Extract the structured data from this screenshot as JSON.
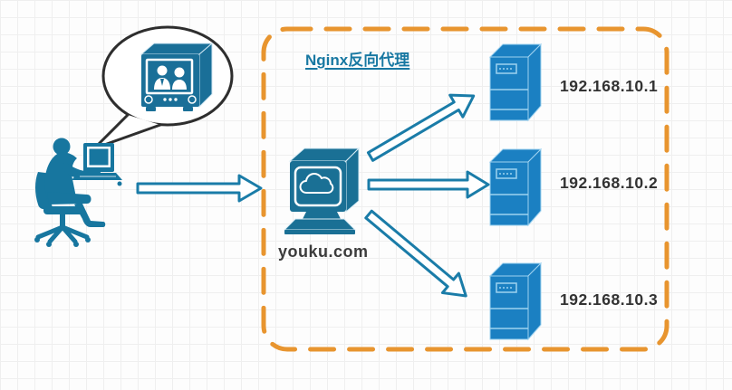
{
  "diagram": {
    "title": "Nginx反向代理",
    "proxy": {
      "label": "youku.com"
    },
    "servers": [
      {
        "ip": "192.168.10.1"
      },
      {
        "ip": "192.168.10.2"
      },
      {
        "ip": "192.168.10.3"
      }
    ],
    "icons": {
      "client": "user-at-laptop-icon",
      "speech_bubble": "tv-broadcast-icon",
      "proxy": "computer-cloud-icon",
      "server": "server-tower-icon",
      "arrows": "hollow-arrow-icon"
    },
    "colors": {
      "figure_teal": "#17769F",
      "arrow_teal": "#1A7CA8",
      "server_blue": "#1B80C2",
      "boundary_orange": "#E8952F",
      "text_dark": "#323232",
      "title_teal": "#1878A2"
    }
  }
}
